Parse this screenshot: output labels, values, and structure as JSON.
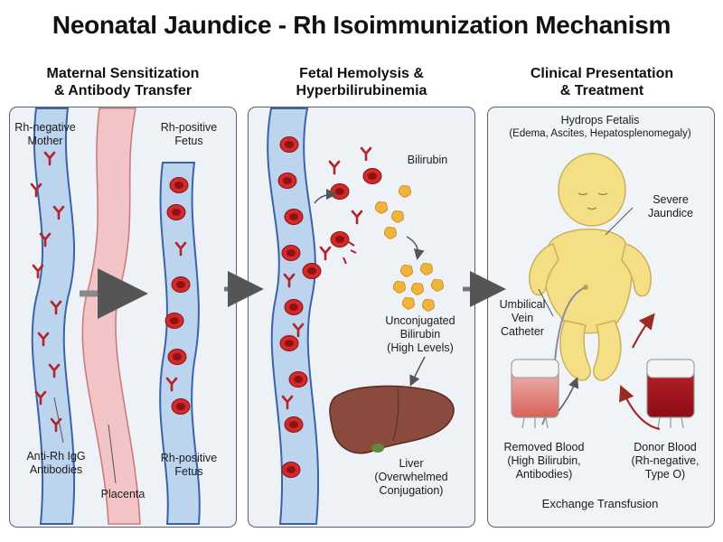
{
  "title": "Neonatal Jaundice - Rh Isoimmunization Mechanism",
  "panels": [
    {
      "title_line1": "Maternal Sensitization",
      "title_line2": "& Antibody Transfer",
      "labels": {
        "mother_line1": "Rh-negative",
        "mother_line2": "Mother",
        "fetus_top_line1": "Rh-positive",
        "fetus_top_line2": "Fetus",
        "antibodies_line1": "Anti-Rh IgG",
        "antibodies_line2": "Antibodies",
        "fetus_bottom_line1": "Rh-positive",
        "fetus_bottom_line2": "Fetus",
        "placenta": "Placenta"
      }
    },
    {
      "title_line1": "Fetal Hemolysis &",
      "title_line2": "Hyperbilirubinemia",
      "labels": {
        "bilirubin": "Bilirubin",
        "unconj_line1": "Unconjugated",
        "unconj_line2": "Bilirubin",
        "unconj_line3": "(High Levels)",
        "liver_line1": "Liver",
        "liver_line2": "(Overwhelmed",
        "liver_line3": "Conjugation)"
      }
    },
    {
      "title_line1": "Clinical Presentation",
      "title_line2": "& Treatment",
      "labels": {
        "hydrops_line1": "Hydrops Fetalis",
        "hydrops_line2": "(Edema, Ascites, Hepatosplenomegaly)",
        "jaundice_line1": "Severe",
        "jaundice_line2": "Jaundice",
        "catheter_line1": "Umbilical",
        "catheter_line2": "Vein",
        "catheter_line3": "Catheter",
        "removed_line1": "Removed Blood",
        "removed_line2": "(High Bilirubin,",
        "removed_line3": "Antibodies)",
        "donor_line1": "Donor Blood",
        "donor_line2": "(Rh-negative,",
        "donor_line3": "Type O)",
        "exchange": "Exchange Transfusion"
      }
    }
  ],
  "colors": {
    "rbc": "#cf1f24",
    "antibody": "#b8252b",
    "vessel_fill": "#bcd4ee",
    "vessel_border": "#3b63a8",
    "placenta": "#f2c4c6",
    "bilirubin": "#f0b43a",
    "liver": "#8a4a3e",
    "baby": "#f5df86"
  },
  "icons": [
    "red-blood-cell-icon",
    "antibody-icon",
    "bilirubin-particle-icon",
    "liver-icon",
    "baby-icon",
    "blood-bag-icon",
    "arrow-icon"
  ]
}
